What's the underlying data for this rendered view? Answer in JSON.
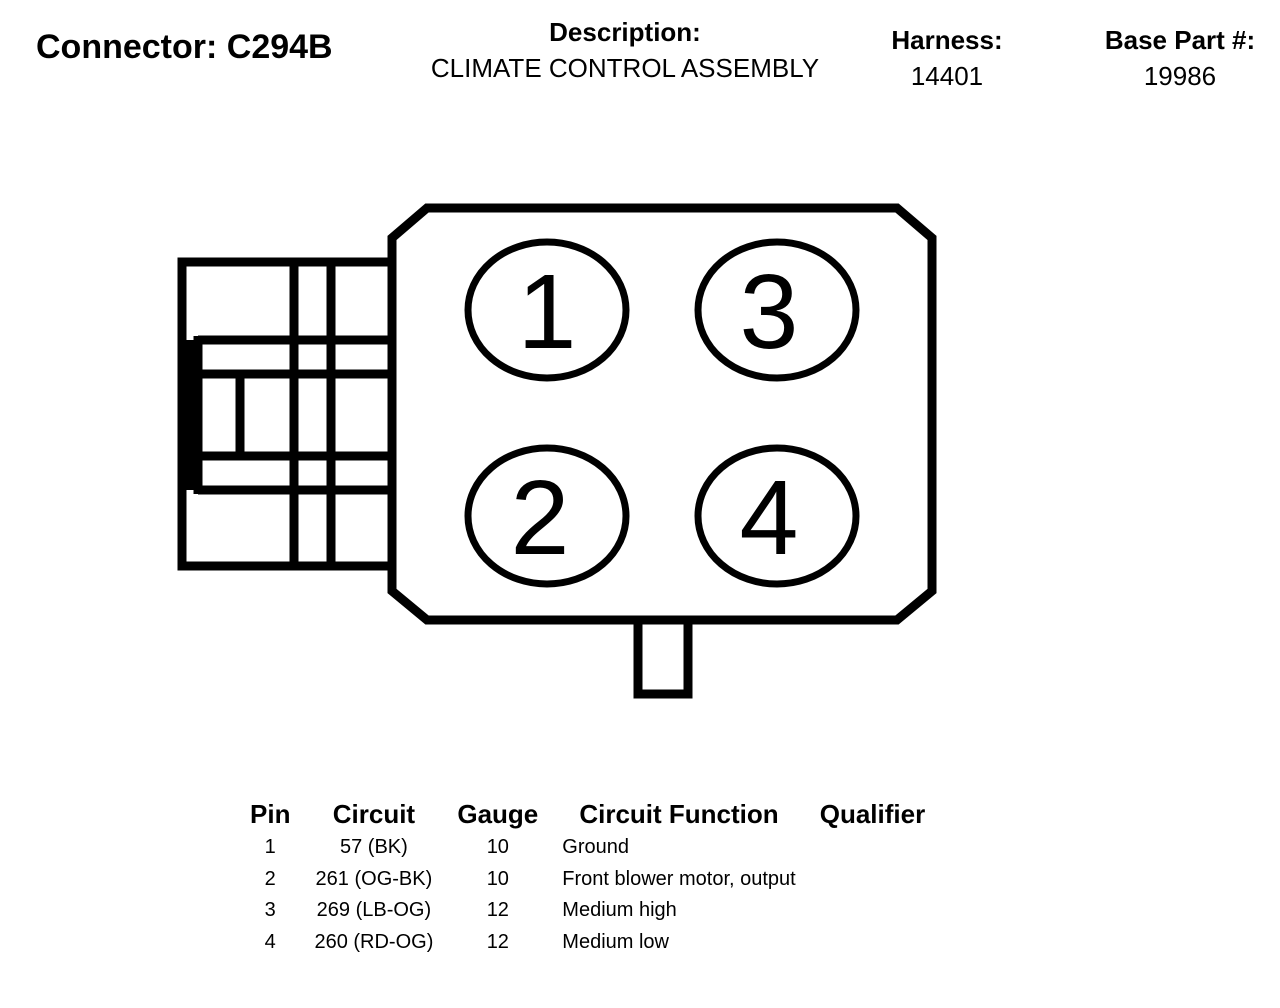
{
  "header": {
    "connector_label": "Connector: C294B",
    "description_label": "Description:",
    "description_value": "CLIMATE CONTROL ASSEMBLY",
    "harness_label": "Harness:",
    "harness_value": "14401",
    "base_part_label": "Base Part #:",
    "base_part_value": "19986"
  },
  "diagram": {
    "pins": [
      {
        "label": "1"
      },
      {
        "label": "2"
      },
      {
        "label": "3"
      },
      {
        "label": "4"
      }
    ]
  },
  "table": {
    "headers": [
      "Pin",
      "Circuit",
      "Gauge",
      "Circuit Function",
      "Qualifier"
    ],
    "rows": [
      {
        "pin": "1",
        "circuit": "57 (BK)",
        "gauge": "10",
        "function": "Ground",
        "qualifier": ""
      },
      {
        "pin": "2",
        "circuit": "261 (OG-BK)",
        "gauge": "10",
        "function": "Front blower motor, output",
        "qualifier": ""
      },
      {
        "pin": "3",
        "circuit": "269 (LB-OG)",
        "gauge": "12",
        "function": "Medium high",
        "qualifier": ""
      },
      {
        "pin": "4",
        "circuit": "260 (RD-OG)",
        "gauge": "12",
        "function": "Medium low",
        "qualifier": ""
      }
    ]
  }
}
